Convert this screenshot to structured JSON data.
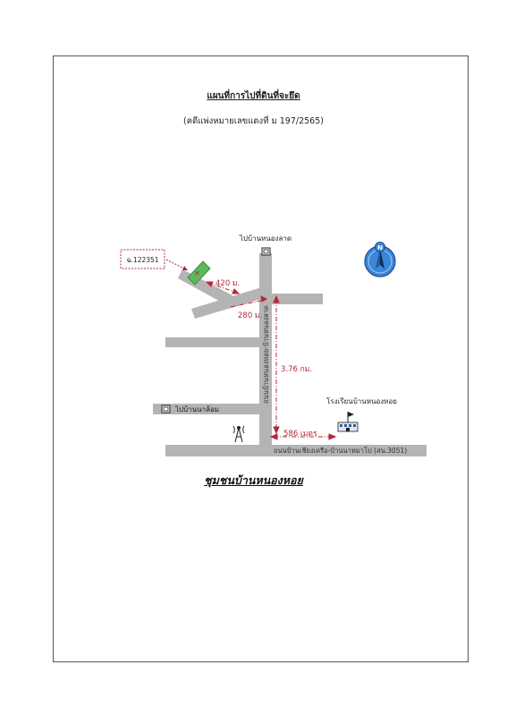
{
  "title": "แผนที่การไปที่ดินที่จะยึด",
  "subtitle": "(คดีแพ่งหมายเลขแดงที่ ม 197/2565)",
  "community": "ชุมชนบ้านหนองหอย",
  "colors": {
    "road": "#b4b4b4",
    "parcel": "#5cb85c",
    "dimension": "#b5283c",
    "compass": "#3a86d9",
    "frame": "#555555"
  },
  "labels": {
    "north_dest": "ไปบ้านหนองลาด",
    "west_dest": "ไปบ้านนาล้อม",
    "deed": "ฉ.122351",
    "dist_420": "420 ม.",
    "dist_280": "280 ม.",
    "dist_376": "3.76 กม.",
    "dist_586": "586 เมตร",
    "school": "โรงเรียนบ้านหนองหอย",
    "road_vertical": "ถนนบ้านหนองหอย-บ้านหนองลาด",
    "road_horizontal": "ถนนบ้านเชียงเครือ-บ้านนาหมาโป (สน.3051)",
    "compass_letter": "N"
  },
  "icons": [
    "north-arrow-icon",
    "school-icon",
    "tower-icon",
    "house-icon"
  ]
}
